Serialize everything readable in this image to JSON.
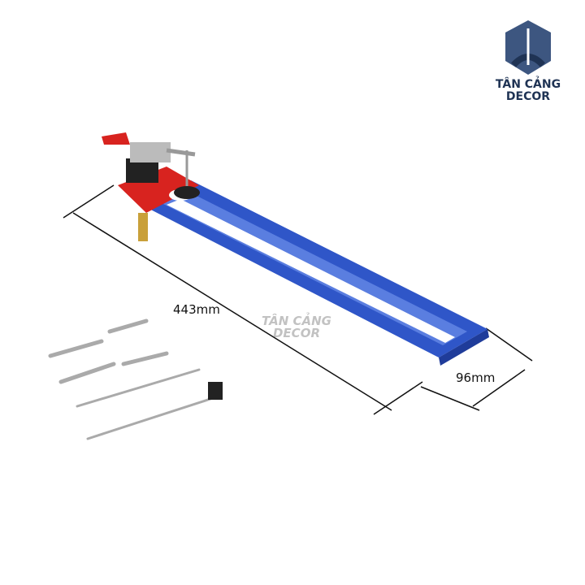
{
  "logo": {
    "line1": "TÂN CẢNG",
    "line2": "DECOR"
  },
  "dimensions": {
    "length": "443mm",
    "width": "96mm"
  },
  "watermark": {
    "line1": "TÂN CẢNG",
    "line2": "DECOR"
  },
  "colors": {
    "rail": "#2f56c8",
    "base": "#d8231f",
    "logo": "#1f3354"
  }
}
